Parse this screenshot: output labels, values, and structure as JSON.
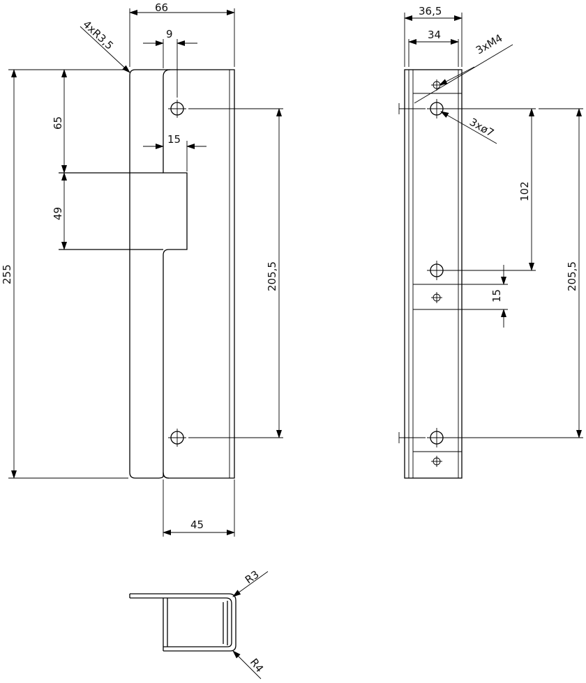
{
  "dimensions": {
    "front_width_top": "66",
    "slot_offset": "9",
    "corner_radii": "4xR3,5",
    "top_segment": "65",
    "slot_width": "15",
    "cutout_height": "49",
    "total_height": "255",
    "hole_spacing_front": "205,5",
    "bottom_width": "45",
    "side_outer_width": "36,5",
    "side_inner_width": "34",
    "thread_callout": "3xM4",
    "hole_callout": "3xø7",
    "mid_hole_spacing": "102",
    "small_offset": "15",
    "hole_spacing_side": "205,5",
    "bend_radius_inner": "R3",
    "bend_radius_outer": "R4"
  },
  "colors": {
    "line": "#000000",
    "background": "#ffffff"
  }
}
